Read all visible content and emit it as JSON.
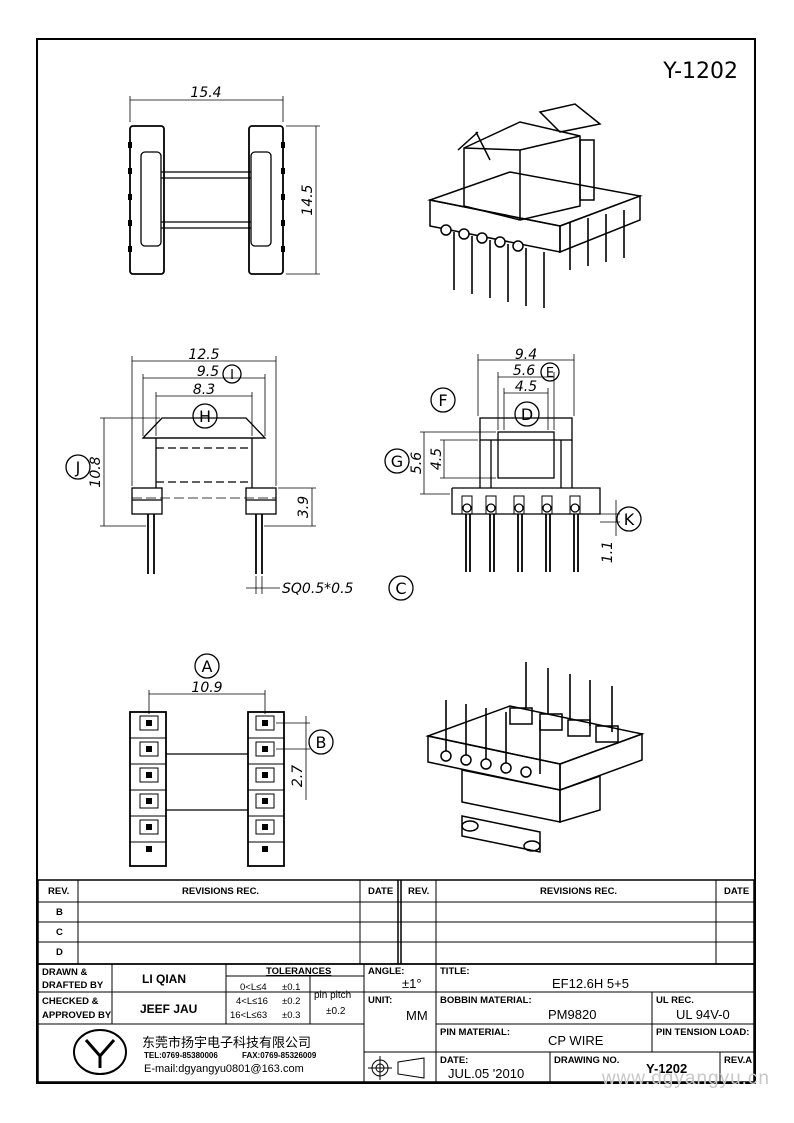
{
  "part_no": "Y-1202",
  "dims": {
    "top_w": "15.4",
    "top_h": "14.5",
    "side_w1": "12.5",
    "side_w2": "9.5",
    "side_w3": "8.3",
    "side_h1": "10.8",
    "side_h2": "3.9",
    "pin_sq": "SQ0.5*0.5",
    "front_w1": "9.4",
    "front_w2": "5.6",
    "front_w3": "4.5",
    "front_h1": "5.6",
    "front_h2": "4.5",
    "front_h3": "1.1",
    "bottom_w": "10.9",
    "pitch": "2.7"
  },
  "callouts": {
    "A": "A",
    "B": "B",
    "C": "C",
    "D": "D",
    "E": "E",
    "F": "F",
    "G": "G",
    "H": "H",
    "I": "I",
    "J": "J",
    "K": "K"
  },
  "revisions": {
    "col_rev": "REV.",
    "col_rec": "REVISIONS   REC.",
    "col_date": "DATE",
    "rows": [
      "B",
      "C",
      "D"
    ]
  },
  "title_block": {
    "drawn_label1": "DRAWN &",
    "drawn_label2": "DRAFTED BY",
    "drawn_name": "LI QIAN",
    "checked_label1": "CHECKED &",
    "checked_label2": "APPROVED BY",
    "checked_name": "JEEF JAU",
    "tol_title": "TOLERANCES",
    "tol1_range": "0<L≤4",
    "tol1_val": "±0.1",
    "tol2_range": "4<L≤16",
    "tol2_val": "±0.2",
    "tol3_range": "16<L≤63",
    "tol3_val": "±0.3",
    "pin_pitch_label": "pin pitch",
    "pin_pitch_val": "±0.2",
    "angle_label": "ANGLE:",
    "angle_val": "±1°",
    "unit_label": "UNIT:",
    "unit_val": "MM",
    "title_label": "TITLE:",
    "title_val": "EF12.6H  5+5",
    "bobbin_label": "BOBBIN MATERIAL:",
    "bobbin_val": "PM9820",
    "ul_label": "UL REC.",
    "ul_val": "UL 94V-0",
    "pin_mat_label": "PIN MATERIAL:",
    "pin_mat_val": "CP  WIRE",
    "tension_label": "PIN TENSION LOAD:",
    "date_label": "DATE:",
    "date_val": "JUL.05 '2010",
    "drawing_no_label": "DRAWING NO.",
    "drawing_no_val": "Y-1202",
    "rev_label": "REV.A",
    "company_cn": "东莞市扬宇电子科技有限公司",
    "tel": "TEL:0769-85380006",
    "fax": "FAX:0769-85326009",
    "email": "E-mail:dgyangyu0801@163.com",
    "watermark": "www.dgyangyu.cn"
  }
}
